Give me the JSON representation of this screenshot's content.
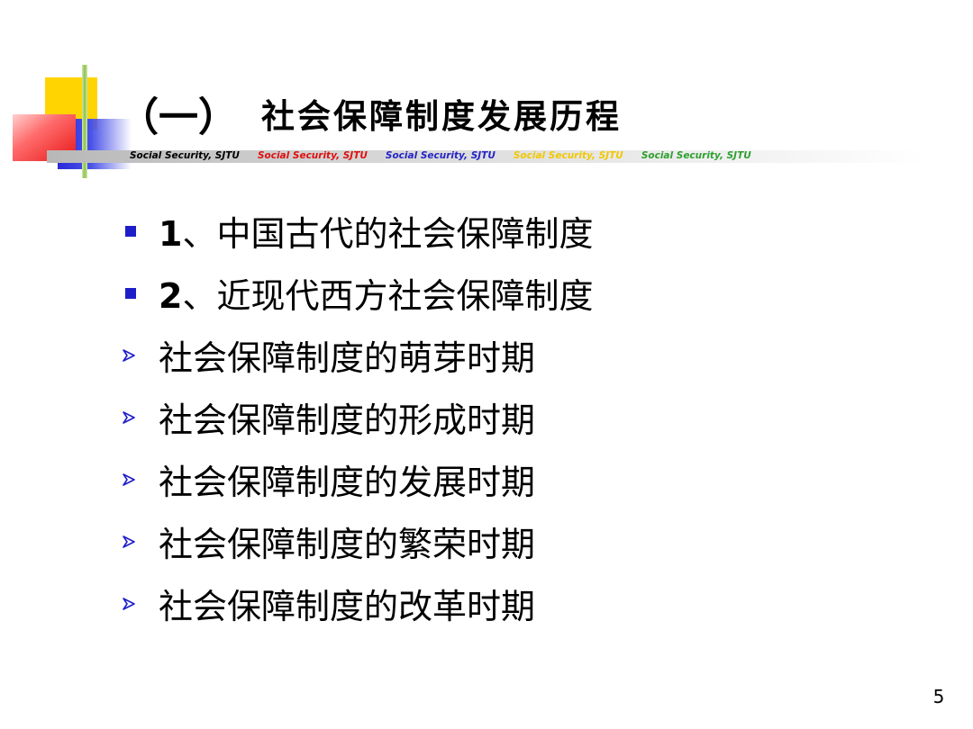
{
  "slide": {
    "title_paren": "（一）",
    "title_text": "社会保障制度发展历程",
    "banner": [
      {
        "text": "Social Security,  SJTU",
        "color": "#000000"
      },
      {
        "text": "Social Security,  SJTU",
        "color": "#e01010"
      },
      {
        "text": "Social Security,  SJTU",
        "color": "#2525c8"
      },
      {
        "text": "Social Security,  SJTU",
        "color": "#f2c800"
      },
      {
        "text": "Social Security,  SJTU",
        "color": "#2fa02f"
      }
    ],
    "items": [
      {
        "bullet": "square",
        "number": "1",
        "text": "、中国古代的社会保障制度"
      },
      {
        "bullet": "square",
        "number": "2",
        "text": "、近现代西方社会保障制度"
      },
      {
        "bullet": "arrow",
        "number": "",
        "text": "社会保障制度的萌芽时期"
      },
      {
        "bullet": "arrow",
        "number": "",
        "text": "社会保障制度的形成时期"
      },
      {
        "bullet": "arrow",
        "number": "",
        "text": "社会保障制度的发展时期"
      },
      {
        "bullet": "arrow",
        "number": "",
        "text": "社会保障制度的繁荣时期"
      },
      {
        "bullet": "arrow",
        "number": "",
        "text": "社会保障制度的改革时期"
      }
    ],
    "page_number": "5",
    "colors": {
      "bullet_square": "#1e1ec8",
      "bullet_arrow": "#1e1ec8",
      "text": "#000000"
    }
  }
}
